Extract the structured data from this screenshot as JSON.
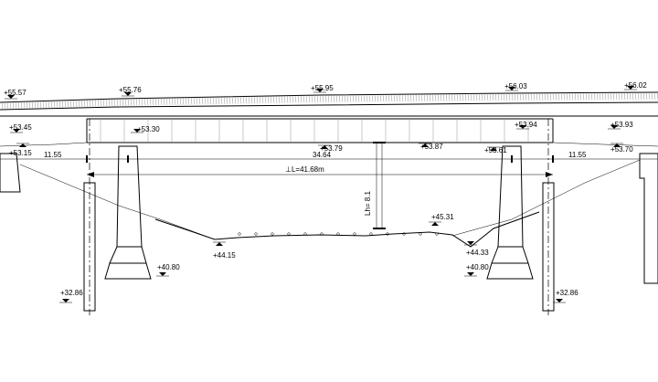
{
  "elevations": {
    "deck_left": "+55.57",
    "deck_mid_left": "+55.76",
    "deck_mid": "+55.95",
    "deck_mid_right": "+56.03",
    "deck_right": "+56.02",
    "beam_left_top": "+53.45",
    "beam_left_bottom": "+53.15",
    "pier_left_cap": "+53.30",
    "soffit_left": "+53.79",
    "soffit_right": "+53.87",
    "pier_right_cap_low": "+53.61",
    "pier_right_cap": "+53.94",
    "beam_right_top": "+53.93",
    "beam_right_bottom": "+53.70",
    "ground_left": "+44.15",
    "water_level": "+45.31",
    "ground_right": "+44.33",
    "footing_left": "+40.80",
    "footing_right": "+40.80",
    "pile_tip_left": "+32.86",
    "pile_tip_right": "+32.86"
  },
  "dimensions": {
    "side_span_left": "11.55",
    "main_span": "34.64",
    "side_span_right": "11.55",
    "span_length": "⊥L=41.68m",
    "clearance": "Lh= 8.1"
  }
}
